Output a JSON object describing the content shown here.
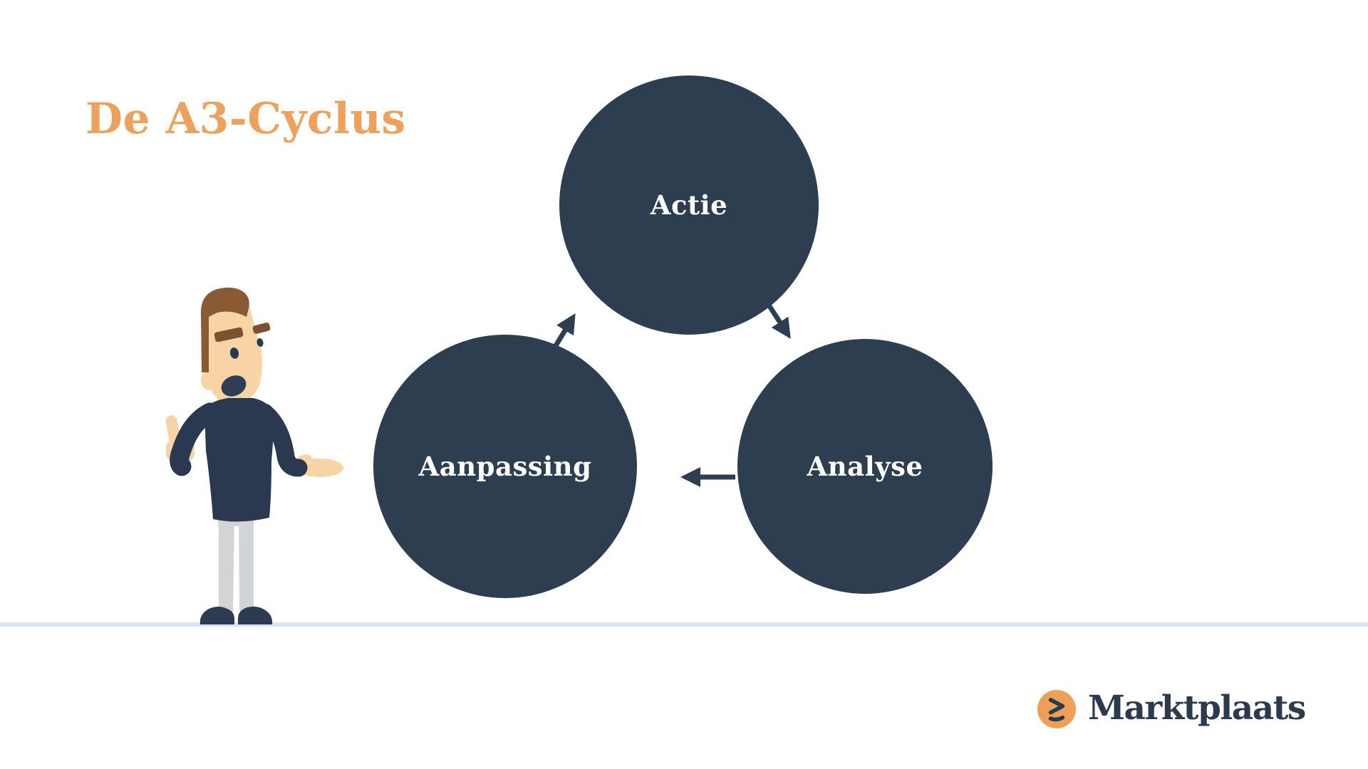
{
  "slide": {
    "title": "De A3-Cyclus"
  },
  "cycle_diagram": {
    "type": "cycle",
    "nodes": [
      {
        "label": "Actie"
      },
      {
        "label": "Aanpassing"
      },
      {
        "label": "Analyse"
      }
    ],
    "connections": [
      {
        "from": "Aanpassing",
        "to": "Actie"
      },
      {
        "from": "Actie",
        "to": "Analyse"
      },
      {
        "from": "Analyse",
        "to": "Aanpassing"
      }
    ]
  },
  "illustration": {
    "name": "cartoon-presenter-thumbs-up"
  },
  "footer": {
    "brand": {
      "icon": "marktplaats-chevron-icon",
      "name": "Marktplaats"
    }
  },
  "colors": {
    "background": "#FFFFFF",
    "accent_orange": "#ECA25C",
    "node_navy": "#2D3E50",
    "node_label": "#FFFFFF",
    "brand_navy": "#2C3A4D",
    "brand_icon_bg": "#EFA057",
    "divider_blue": "#D9E5F2"
  }
}
